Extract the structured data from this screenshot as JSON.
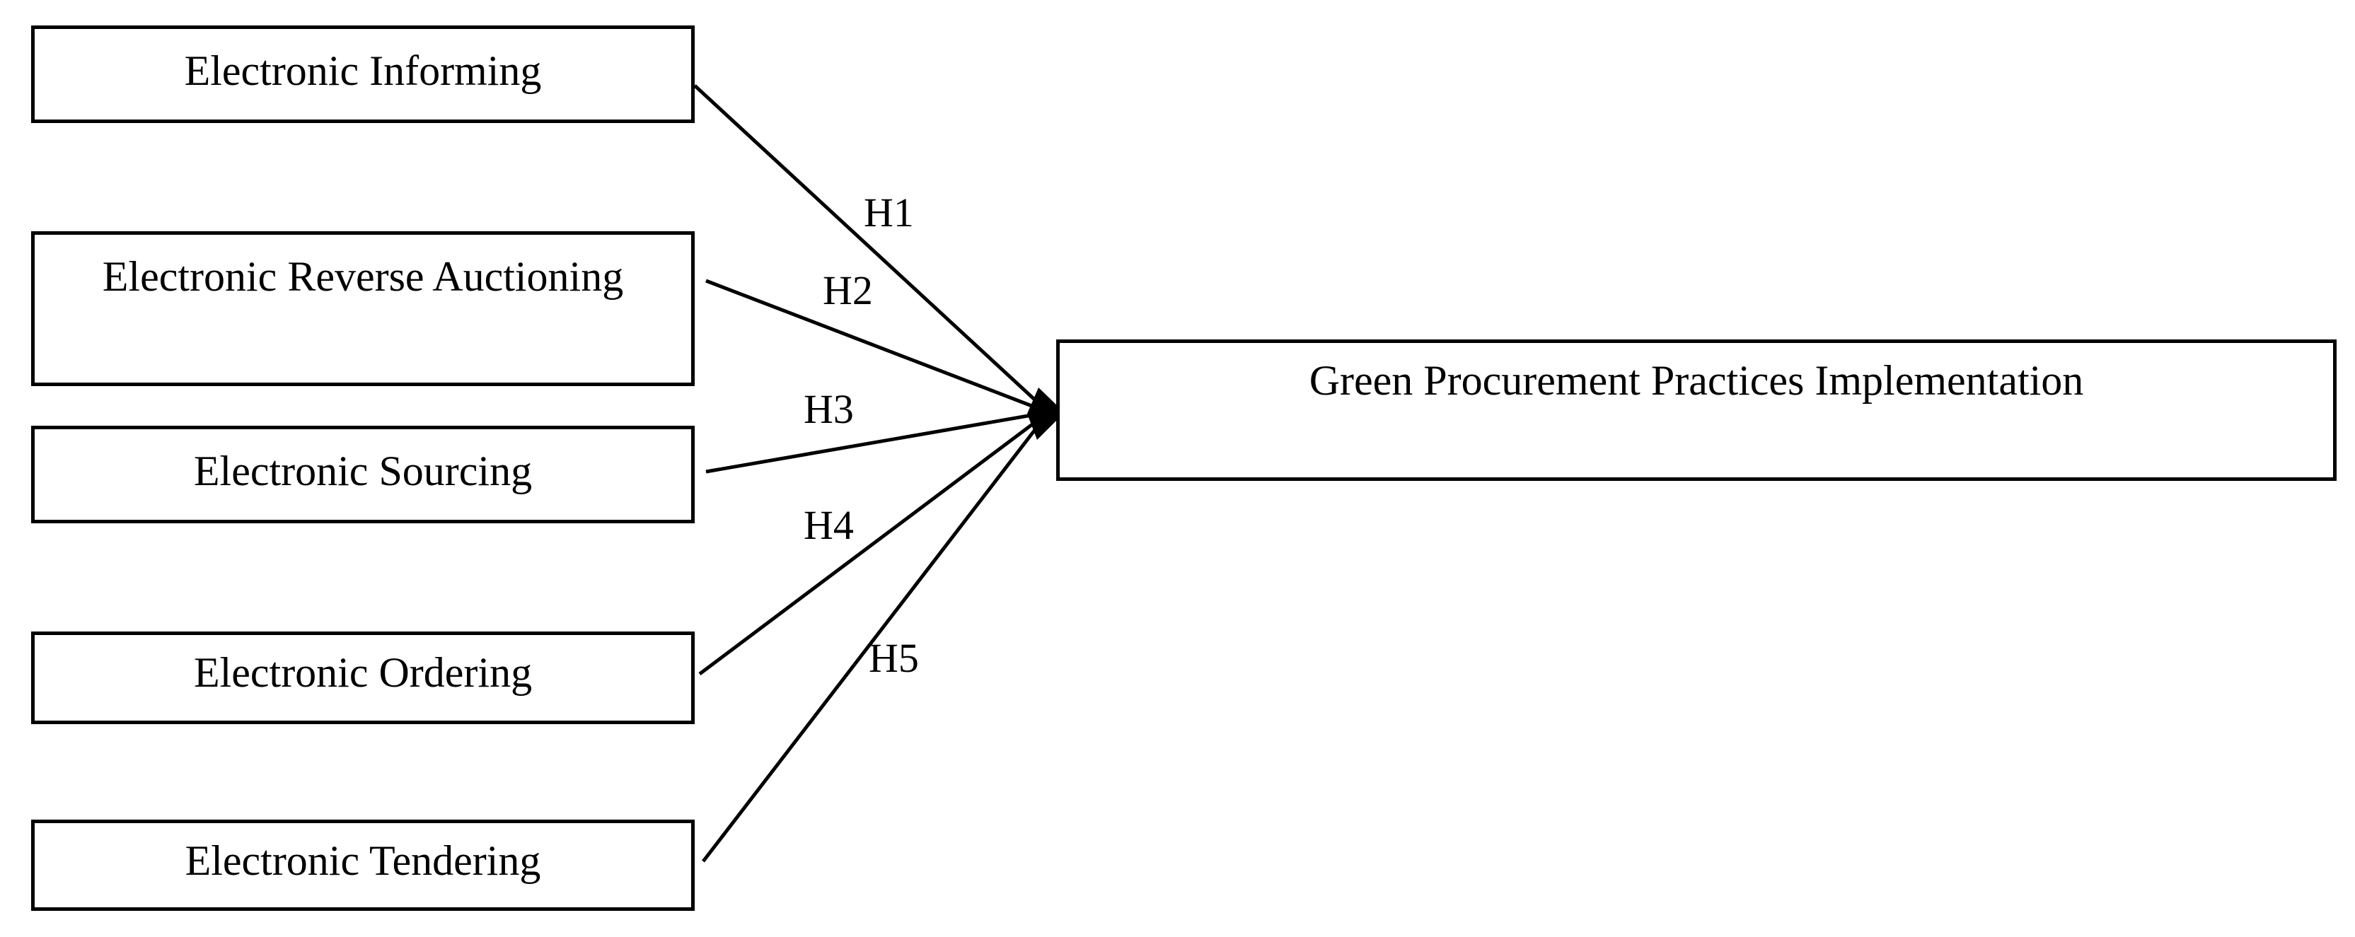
{
  "predictors": [
    {
      "label": "Electronic Informing"
    },
    {
      "label": "Electronic Reverse Auctioning"
    },
    {
      "label": "Electronic Sourcing"
    },
    {
      "label": "Electronic Ordering"
    },
    {
      "label": "Electronic Tendering"
    }
  ],
  "outcome": {
    "label": "Green Procurement Practices Implementation"
  },
  "hypotheses": [
    "H1",
    "H2",
    "H3",
    "H4",
    "H5"
  ],
  "colors": {
    "line": "#000000",
    "background": "#ffffff",
    "text": "#000000"
  }
}
